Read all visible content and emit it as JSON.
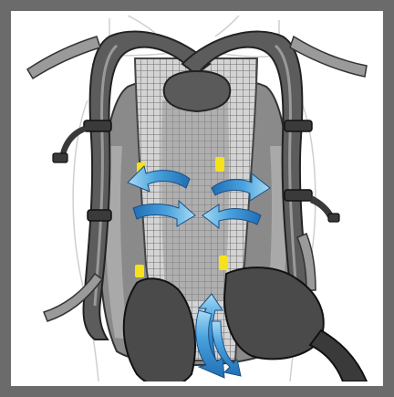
{
  "illustration": {
    "subject": "backpack-ventilation-diagram",
    "colors": {
      "frame": "#6b6b6b",
      "background": "#ffffff",
      "body_outline": "#cfcfcf",
      "harness_fill": "#5c5c5c",
      "harness_dark": "#3a3a3a",
      "pack_body": "#8a8a8a",
      "pack_shadow": "#a9a9a9",
      "mesh_fill": "#cfcfcf",
      "mesh_grid": "#6e6e6e",
      "airflow_blue_dark": "#1f6eb4",
      "airflow_blue_light": "#8fd0f0",
      "accent_yellow": "#f6e21a",
      "hip_belt": "#4a4a4a"
    },
    "icons": [
      "shoulder-strap",
      "sternum-strap-buckle",
      "mesh-back-panel",
      "airflow-arrow",
      "hip-belt"
    ]
  }
}
